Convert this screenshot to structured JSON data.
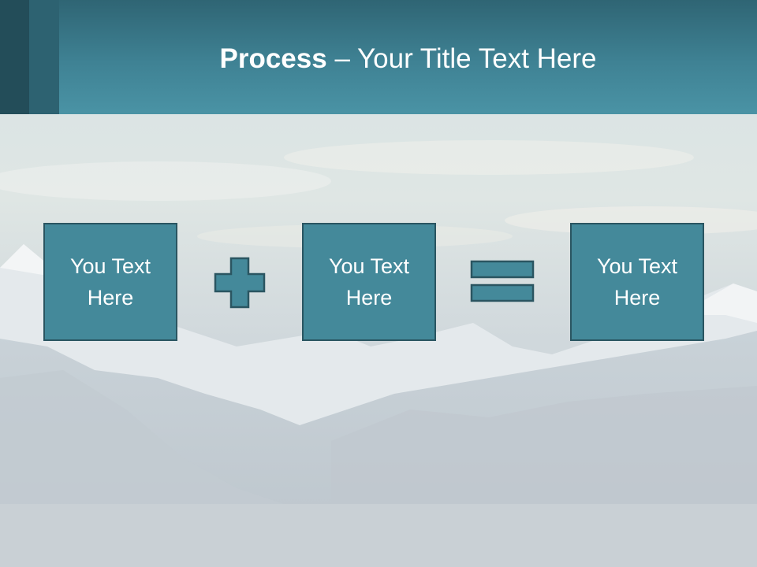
{
  "slide": {
    "title_bold": "Process",
    "title_rest": " – Your Title Text Here",
    "boxes": [
      {
        "label": "You Text Here"
      },
      {
        "label": "You Text Here"
      },
      {
        "label": "You Text Here"
      }
    ],
    "operators": [
      "plus-icon",
      "equals-icon"
    ]
  },
  "colors": {
    "header": "#3f8294",
    "accent_dark": "#234d59",
    "accent_mid": "#2d6271",
    "box_fill": "#44899a",
    "box_border": "#2a5561",
    "title_text": "#ffffff"
  }
}
